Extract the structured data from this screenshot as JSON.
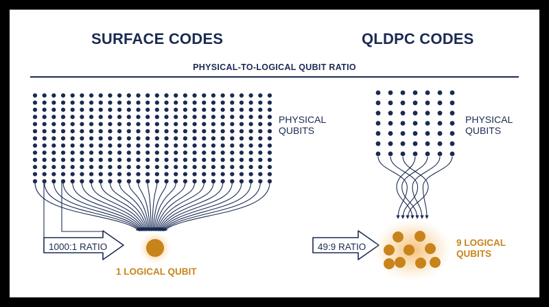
{
  "left": {
    "title": "SURFACE CODES",
    "physical_label": [
      "PHYSICAL",
      "QUBITS"
    ],
    "ratio_label": "1000:1 RATIO",
    "logical_label": "1 LOGICAL QUBIT",
    "grid": {
      "rows": 13,
      "cols": 26
    },
    "logical_qubit_count": 1
  },
  "right": {
    "title": "QLDPC CODES",
    "physical_label": [
      "PHYSICAL",
      "QUBITS"
    ],
    "ratio_label": "49:9 RATIO",
    "logical_label": [
      "9 LOGICAL",
      "QUBITS"
    ],
    "grid": {
      "rows": 7,
      "cols": 7
    },
    "logical_qubit_count": 9
  },
  "subtitle": "PHYSICAL-TO-LOGICAL QUBIT RATIO",
  "colors": {
    "navy": "#1a2a52",
    "gold": "#c8841a",
    "gold_glow": "#f3c37a",
    "background": "#ffffff",
    "frame": "#000000"
  }
}
